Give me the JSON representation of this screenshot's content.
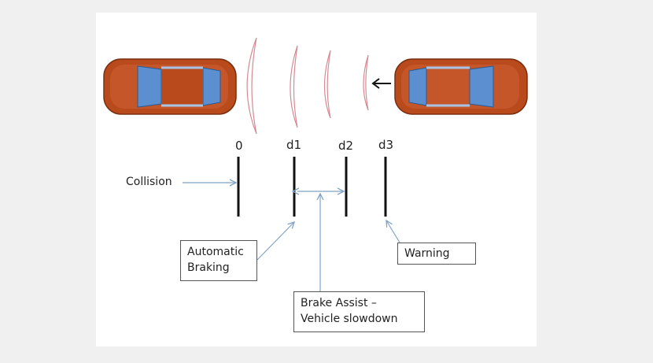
{
  "markers": {
    "m0": "0",
    "m1": "d1",
    "m2": "d2",
    "m3": "d3"
  },
  "labels": {
    "collision": "Collision",
    "automatic_braking_line1": "Automatic",
    "automatic_braking_line2": "Braking",
    "brake_assist_line1": "Brake Assist –",
    "brake_assist_line2": "Vehicle slowdown",
    "warning": "Warning"
  },
  "colors": {
    "car_body": "#b84a1c",
    "car_glass": "#5b8fd0",
    "radar_wave": "#d68a94",
    "arrow": "#7fa3c4",
    "marker_line": "#111111"
  }
}
